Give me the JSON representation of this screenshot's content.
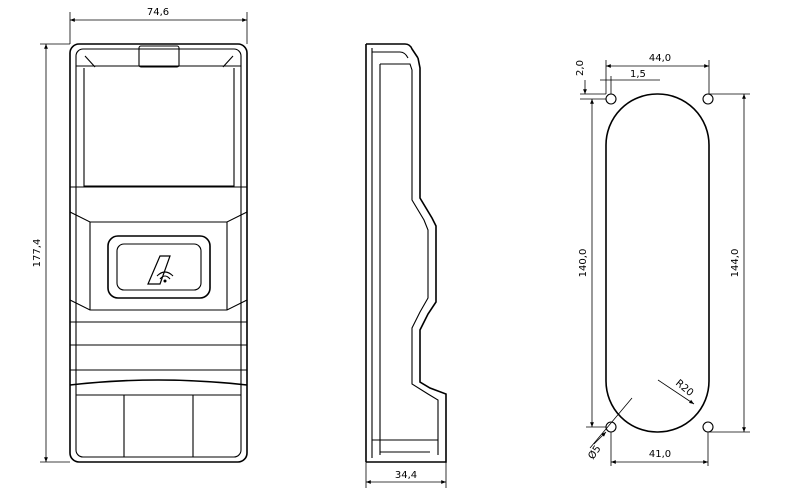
{
  "front_view": {
    "width_label": "74,6",
    "height_label": "177,4"
  },
  "side_view": {
    "depth_label": "34,4"
  },
  "mounting_template": {
    "top_width_label": "44,0",
    "top_offset_label": "2,0",
    "hole_inset_label": "1,5",
    "left_height_label": "140,0",
    "right_height_label": "144,0",
    "radius_label": "R20",
    "hole_diameter_label": "Ø5",
    "bottom_width_label": "41,0"
  }
}
